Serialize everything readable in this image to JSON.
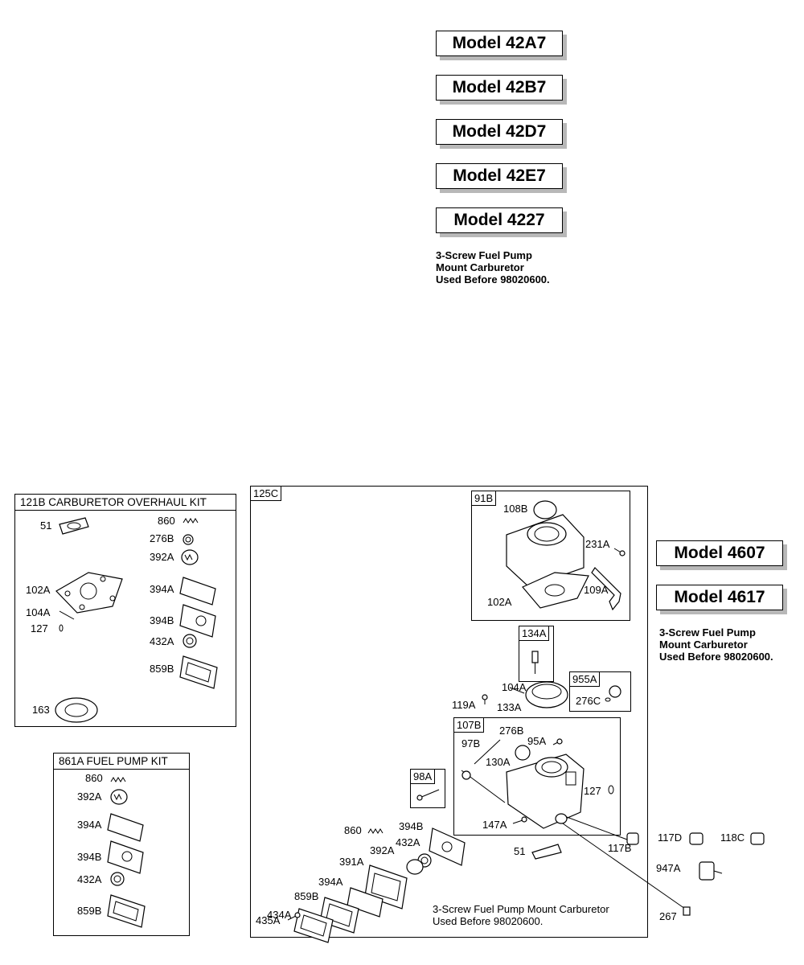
{
  "models_top": [
    "Model 42A7",
    "Model 42B7",
    "Model 42D7",
    "Model 42E7",
    "Model 4227"
  ],
  "models_right": [
    "Model 4607",
    "Model 4617"
  ],
  "note_short": "3-Screw Fuel Pump\nMount Carburetor\nUsed Before 98020600.",
  "overhaul_kit": {
    "title": "121B CARBURETOR OVERHAUL KIT",
    "parts": [
      "51",
      "860",
      "276B",
      "392A",
      "102A",
      "394A",
      "104A",
      "127",
      "394B",
      "432A",
      "859B",
      "163"
    ]
  },
  "fuel_pump_kit": {
    "title": "861A  FUEL PUMP KIT",
    "parts": [
      "860",
      "392A",
      "394A",
      "394B",
      "432A",
      "859B"
    ]
  },
  "assembly": {
    "frame_label": "125C",
    "boxes": {
      "b91": "91B",
      "b134": "134A",
      "b955": "955A",
      "b107": "107B",
      "b98": "98A"
    },
    "parts": [
      "108B",
      "231A",
      "109A",
      "102A",
      "104A",
      "119A",
      "133A",
      "276C",
      "276B",
      "95A",
      "97B",
      "130A",
      "127",
      "147A",
      "117B",
      "51",
      "860",
      "394B",
      "392A",
      "432A",
      "391A",
      "394A",
      "859B",
      "434A",
      "435A",
      "267"
    ],
    "note": "3-Screw Fuel Pump Mount Carburetor\nUsed Before 98020600."
  },
  "loose_parts": [
    "117D",
    "118C",
    "947A"
  ]
}
